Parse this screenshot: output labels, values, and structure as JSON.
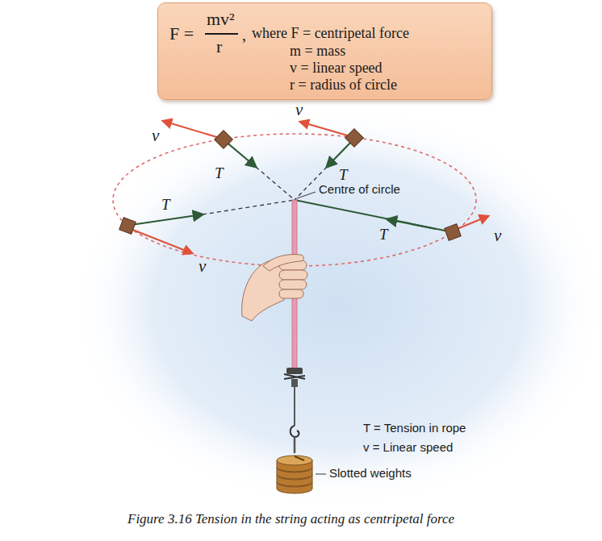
{
  "diagram": {
    "caption": "Figure 3.16 Tension in the string acting as centripetal force",
    "nodes": [
      {
        "text": [
          "F =",
          "mv²",
          "r",
          ",",
          "where F = centripetal force",
          "m = mass",
          "v = linear speed",
          "r = radius of circle"
        ]
      }
    ],
    "labels": [
      "v",
      "v",
      "v",
      "v",
      "T",
      "T",
      "T",
      "T",
      "Centre of circle",
      "T = Tension in rope",
      "v = Linear speed",
      "Slotted weights"
    ]
  }
}
